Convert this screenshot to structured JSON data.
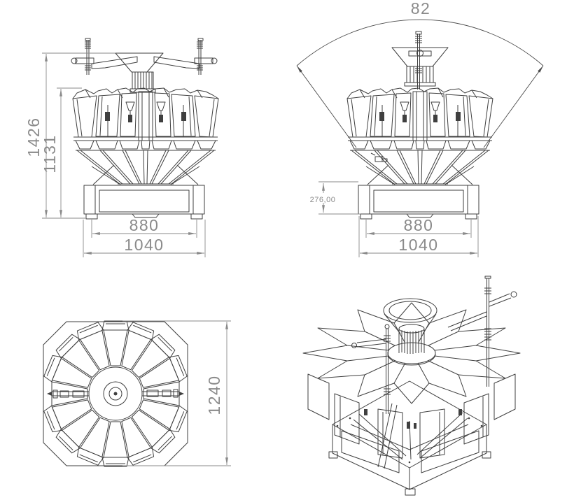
{
  "colors": {
    "background": "#ffffff",
    "machine_line": "#3f3f3f",
    "dimension": "#8a8a8a"
  },
  "views": {
    "front": {
      "total_height": "1426",
      "hopper_height": "1131",
      "base_width": "880",
      "frame_width": "1040"
    },
    "side": {
      "discharge_angle": "82",
      "base_height": "276,00",
      "base_width": "880",
      "frame_width": "1040"
    },
    "top": {
      "outer_diameter": "1240"
    }
  }
}
